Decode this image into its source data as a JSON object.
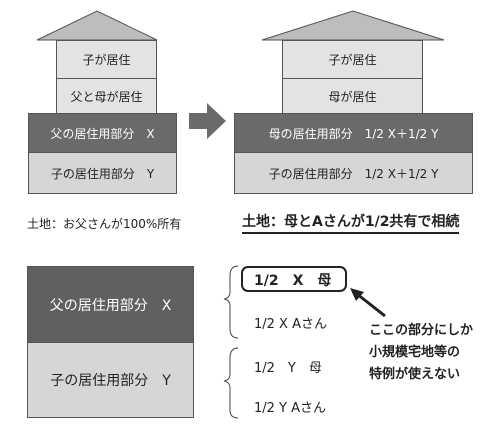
{
  "left_house": {
    "floor3": "子が居住",
    "floor2": "父と母が居住",
    "floor1": "父の居住用部分　X",
    "floor0": "子の居住用部分　Y",
    "caption": "土地：お父さんが100%所有"
  },
  "right_house": {
    "floor3": "子が居住",
    "floor2": "母が居住",
    "floor1": "母の居住用部分　1/2 X＋1/2 Y",
    "floor0": "子の居住用部分　1/2 X＋1/2 Y",
    "caption": "土地：母とAさんが1/2共有で相続"
  },
  "bottom": {
    "block_x": "父の居住用部分　X",
    "block_y": "子の居住用部分　Y",
    "items": [
      "1/2　X　母",
      "1/2  X  Aさん",
      "1/2　Y　母",
      "1/2  Y  Aさん"
    ],
    "note": [
      "ここの部分にしか",
      "小規模宅地等の",
      "特例が使えない"
    ]
  }
}
